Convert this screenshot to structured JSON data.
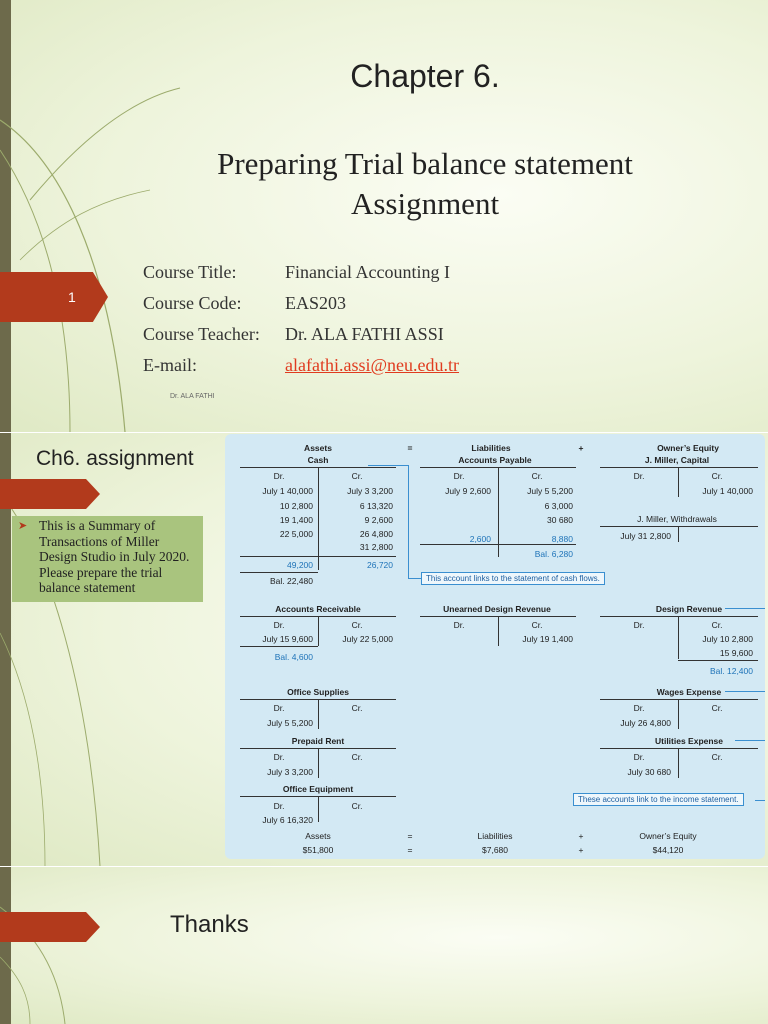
{
  "slide1": {
    "page_number": "1",
    "chapter": "Chapter 6.",
    "title_line1": "Preparing Trial balance statement",
    "title_line2": "Assignment",
    "course_title_label": "Course Title:",
    "course_title": "Financial Accounting I",
    "course_code_label": "Course Code:",
    "course_code": "EAS203",
    "teacher_label": "Course Teacher:",
    "teacher": "Dr. ALA FATHI ASSI",
    "email_label": "E-mail:",
    "email": "alafathi.assi@neu.edu.tr",
    "author_footer": "Dr. ALA FATHI"
  },
  "slide2": {
    "title": "Ch6. assignment",
    "note": "This is a Summary of Transactions of Miller Design Studio in July 2020. Please prepare the trial balance statement",
    "ledger": {
      "assets": "Assets",
      "equals": "=",
      "liabilities": "Liabilities",
      "plus": "+",
      "owners_equity": "Owner’s Equity",
      "cash": "Cash",
      "accounts_payable": "Accounts Payable",
      "capital": "J. Miller, Capital",
      "dr": "Dr.",
      "cr": "Cr.",
      "cash_dr": [
        "July 1 40,000",
        "10 2,800",
        "19 1,400",
        "22 5,000"
      ],
      "cash_cr": [
        "July 3 3,200",
        "6 13,320",
        "9 2,600",
        "26 4,800",
        "31 2,800"
      ],
      "cash_total_dr": "49,200",
      "cash_total_cr": "26,720",
      "cash_bal": "Bal. 22,480",
      "ap_dr": "July 9 2,600",
      "ap_cr": [
        "July 5 5,200",
        "6 3,000",
        "30 680"
      ],
      "ap_total_dr": "2,600",
      "ap_total_cr": "8,880",
      "ap_bal": "Bal. 6,280",
      "capital_cr": "July 1 40,000",
      "withdrawals": "J. Miller, Withdrawals",
      "withdrawals_dr": "July 31 2,800",
      "cash_flow_note": "This account links to the statement of cash flows.",
      "accounts_receivable": "Accounts Receivable",
      "ar_dr": "July 15 9,600",
      "ar_cr": "July 22 5,000",
      "ar_bal": "Bal. 4,600",
      "unearned": "Unearned Design Revenue",
      "unearned_cr": "July 19 1,400",
      "design_revenue": "Design Revenue",
      "dr_cr": [
        "July 10 2,800",
        "15 9,600"
      ],
      "dr_bal": "Bal. 12,400",
      "office_supplies": "Office Supplies",
      "os_dr": "July 5 5,200",
      "wages_expense": "Wages Expense",
      "we_dr": "July 26 4,800",
      "prepaid_rent": "Prepaid Rent",
      "pr_dr": "July 3 3,200",
      "utilities_expense": "Utilities Expense",
      "ue_dr": "July 30 680",
      "office_equipment": "Office Equipment",
      "oe_dr": "July 6 16,320",
      "income_note": "These accounts link to the income statement.",
      "total_assets": "$51,800",
      "total_liabilities": "$7,680",
      "total_equity": "$44,120"
    }
  },
  "slide3": {
    "thanks": "Thanks"
  },
  "colors": {
    "accent_red": "#b23a1c",
    "note_green": "#a9c47e",
    "panel_blue": "#d3e9f4",
    "strip": "#6d6a4b"
  }
}
